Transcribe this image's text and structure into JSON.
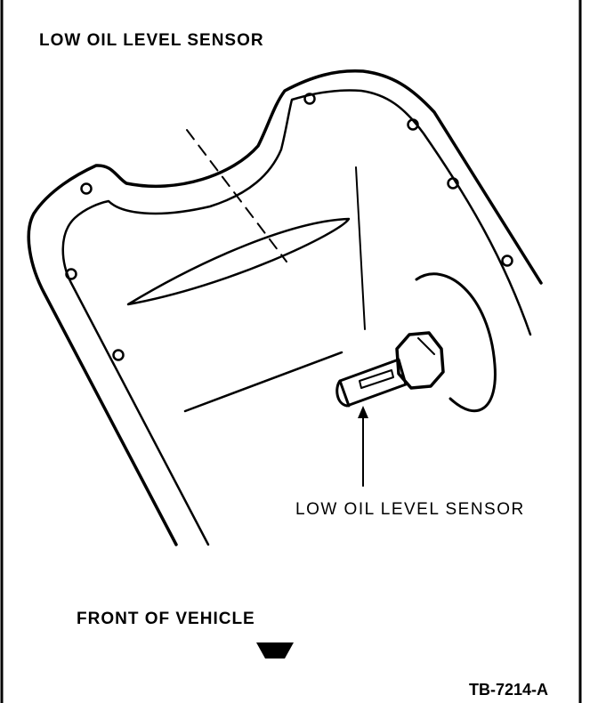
{
  "title": "LOW OIL LEVEL SENSOR",
  "callout_label": "LOW OIL LEVEL SENSOR",
  "front_label": "FRONT OF VEHICLE",
  "figure_id": "TB-7214-A",
  "icons": {
    "direction_arrow": "arrow-down-icon",
    "sensor": "oil-level-sensor-icon"
  },
  "colors": {
    "ink": "#000000",
    "paper": "#ffffff"
  }
}
